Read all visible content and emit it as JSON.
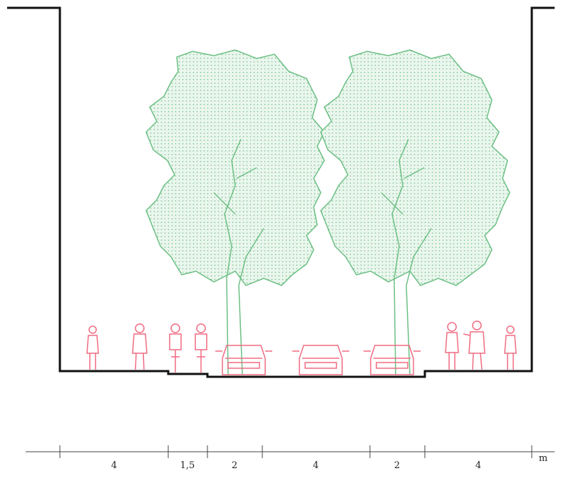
{
  "diagram": {
    "type": "street-cross-section",
    "colors": {
      "outline": "#111111",
      "tree": "#6cbf84",
      "tree_fill": "#e4f4e8",
      "people_cars": "#f06c82",
      "dimension": "#444444"
    }
  },
  "dimensions": {
    "segments": [
      {
        "label": "4",
        "zone": "sidewalk-left"
      },
      {
        "label": "1,5",
        "zone": "bike-lane"
      },
      {
        "label": "2",
        "zone": "parking-left"
      },
      {
        "label": "4",
        "zone": "carriageway"
      },
      {
        "label": "2",
        "zone": "parking-right"
      },
      {
        "label": "4",
        "zone": "sidewalk-right"
      }
    ],
    "unit": "m"
  }
}
